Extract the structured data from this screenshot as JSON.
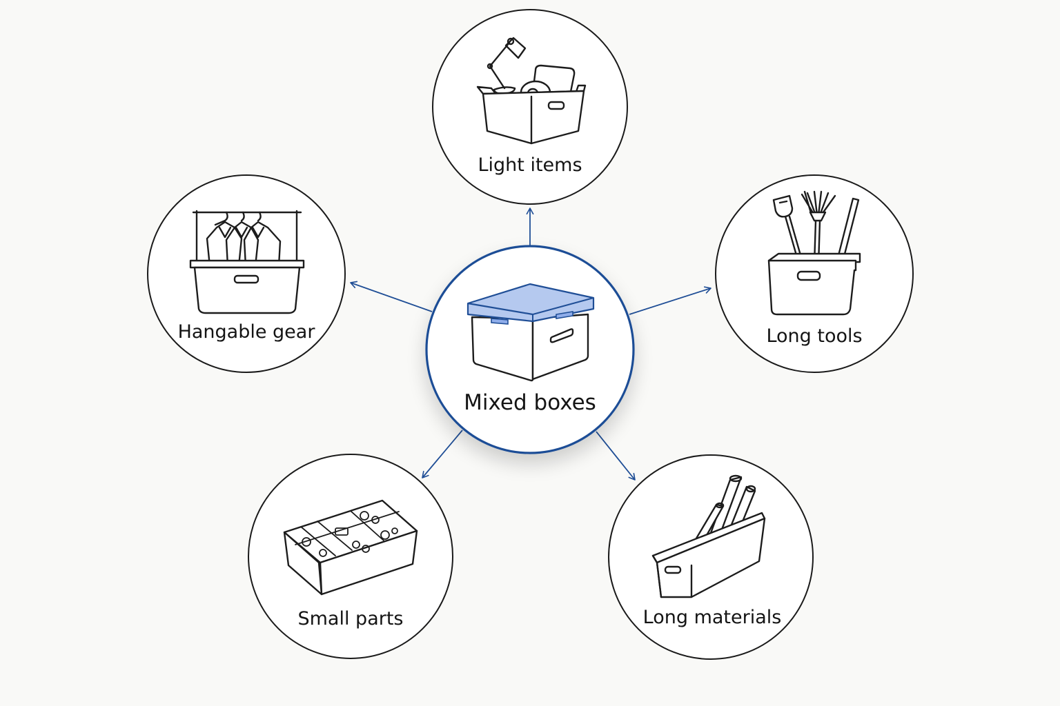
{
  "colors": {
    "background": "#f9f9f7",
    "accent": "#1f4e96",
    "lid_fill": "#b5c9ef",
    "ink": "#1c1c1c"
  },
  "center": {
    "label": "Mixed boxes",
    "icon": "lidded-storage-box-icon"
  },
  "nodes": [
    {
      "key": "light",
      "label": "Light items",
      "icon": "open-bin-with-lamp-icon"
    },
    {
      "key": "hang",
      "label": "Hangable gear",
      "icon": "clothes-rack-bin-icon"
    },
    {
      "key": "tools",
      "label": "Long tools",
      "icon": "bin-with-shovel-rake-icon"
    },
    {
      "key": "parts",
      "label": "Small parts",
      "icon": "compartment-tray-icon"
    },
    {
      "key": "materials",
      "label": "Long materials",
      "icon": "long-trough-bin-icon"
    }
  ]
}
